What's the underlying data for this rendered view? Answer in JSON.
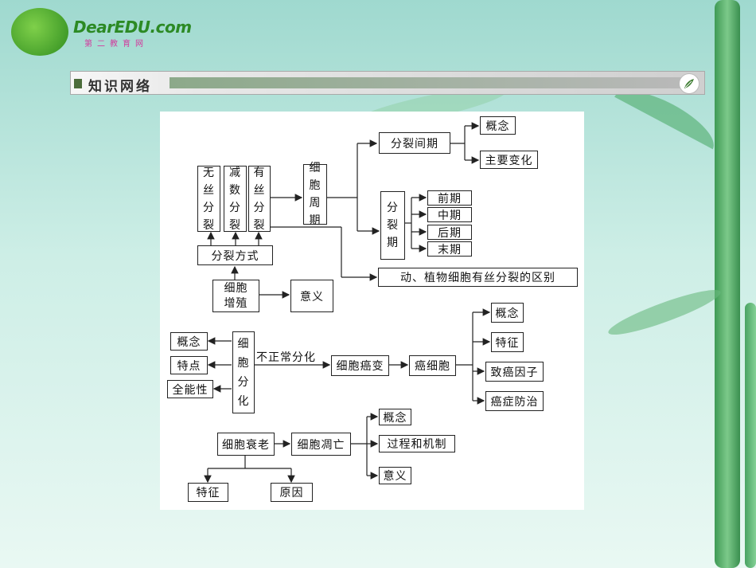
{
  "header": {
    "logo_text": "DearEDU.com",
    "logo_sub": "第二教育网",
    "section_title": "知识网络"
  },
  "diagram": {
    "wusi": "无丝分裂",
    "jianshu": "减数分裂",
    "yousi": "有丝分裂",
    "zhouqi": "细胞周期",
    "jianqi": "分裂间期",
    "gainian1": "概念",
    "zhuyao": "主要变化",
    "fenlieqi": "分裂期",
    "qianqi": "前期",
    "zhongqi": "中期",
    "houqi": "后期",
    "moqi": "末期",
    "fangshi": "分裂方式",
    "quebie": "动、植物细胞有丝分裂的区别",
    "zengzhi": "细胞增殖",
    "yiyi1": "意义",
    "gainian2": "概念",
    "tedian": "特点",
    "quanneng": "全能性",
    "fenhua": "细胞分化",
    "buzhengchang": "不正常分化",
    "aibian": "细胞癌变",
    "aixibao": "癌细胞",
    "gainian3": "概念",
    "tezheng1": "特征",
    "zhiai": "致癌因子",
    "fangzhi": "癌症防治",
    "shuailao": "细胞衰老",
    "diaowang": "细胞凋亡",
    "gainian4": "概念",
    "guocheng": "过程和机制",
    "yiyi2": "意义",
    "tezheng2": "特征",
    "yuanyin": "原因"
  }
}
